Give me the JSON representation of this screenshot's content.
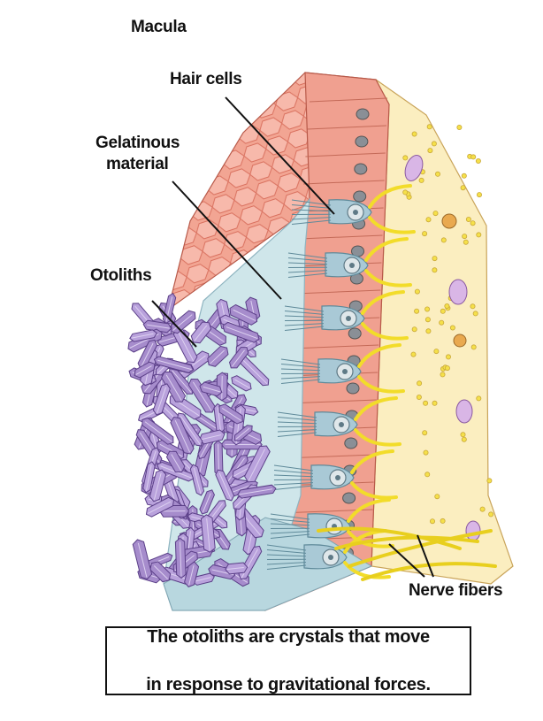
{
  "title": "Macula",
  "labels": {
    "hair_cells": "Hair cells",
    "gelatinous_line1": "Gelatinous",
    "gelatinous_line2": "material",
    "otoliths": "Otoliths",
    "nerve_fibers": "Nerve fibers"
  },
  "caption": {
    "line1": "The otoliths are crystals that move",
    "line2": "in response to gravitational forces."
  },
  "colors": {
    "epithelium": "#f0a090",
    "epithelium_cell_fill": "#f6b4a6",
    "gelatinous": "#cfe6ea",
    "hair_cell": "#a9c9d6",
    "nerve": "#f2dc2a",
    "connective": "#fbeec0",
    "otolith": "#b9a2dc"
  }
}
